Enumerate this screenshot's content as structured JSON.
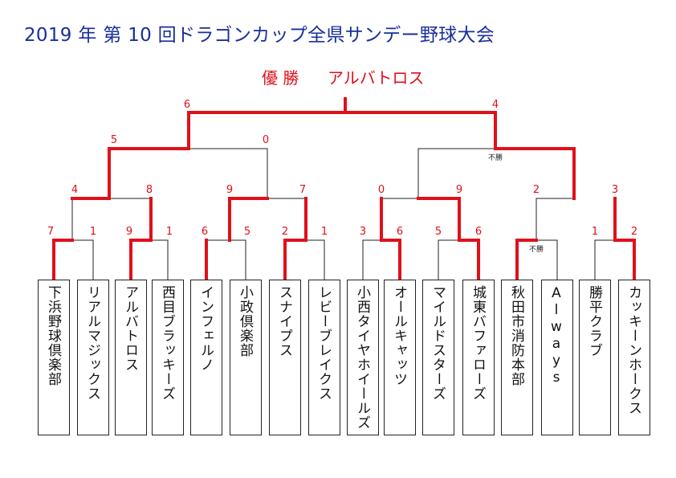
{
  "title": "2019 年  第 10 回ドラゴンカップ全県サンデー野球大会",
  "champion": {
    "label": "優 勝",
    "name": "アルバトロス"
  },
  "teams": [
    "下浜野球倶楽部",
    "リアルマジックス",
    "アルバトロス",
    "西目ブラッキーズ",
    "インフェルノ",
    "小政倶楽部",
    "スナイプス",
    "レビーブレイクス",
    "小西タイヤホイールズ",
    "オールキャッツ",
    "マイルドスターズ",
    "城東バファローズ",
    "秋田市消防本部",
    "Always",
    "勝平クラブ",
    "カッキーンホークス"
  ],
  "scores": {
    "r1": [
      "7",
      "1",
      "9",
      "1",
      "6",
      "5",
      "2",
      "1",
      "3",
      "6",
      "5",
      "6",
      "",
      "",
      "1",
      "2"
    ],
    "r2": [
      "4",
      "8",
      "9",
      "7",
      "0",
      "9",
      "2",
      "3"
    ],
    "r3": [
      "5",
      "0",
      "",
      ""
    ],
    "final": [
      "6",
      "4"
    ]
  },
  "notes": {
    "forfeit": "不勝"
  },
  "colors": {
    "title": "#1a2f9a",
    "winner_line": "#e0101a",
    "loser_line": "#222222"
  }
}
